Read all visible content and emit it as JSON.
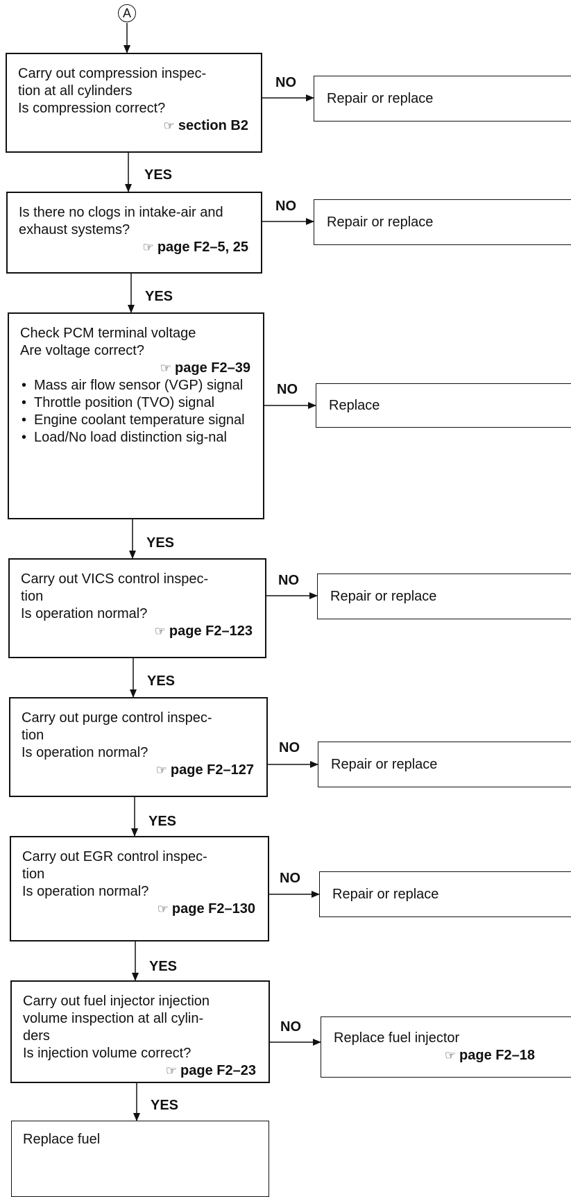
{
  "connector": "A",
  "steps": [
    {
      "lines": [
        "Carry out compression inspec-",
        "tion at all cylinders",
        "Is compression correct?"
      ],
      "ref": "section B2",
      "bullets": [],
      "no_label": "NO",
      "yes_label": "YES",
      "result": "Repair or replace",
      "result_ref": ""
    },
    {
      "lines": [
        "Is there no clogs in intake-air and",
        "exhaust systems?"
      ],
      "ref": "page F2–5, 25",
      "bullets": [],
      "no_label": "NO",
      "yes_label": "YES",
      "result": "Repair or replace",
      "result_ref": ""
    },
    {
      "lines": [
        "Check PCM terminal voltage",
        "Are voltage correct?"
      ],
      "ref": "page F2–39",
      "bullets": [
        "Mass air flow sensor (VGP) signal",
        "Throttle position (TVO) signal",
        "Engine coolant temperature signal",
        "Load/No load distinction sig-nal"
      ],
      "no_label": "NO",
      "yes_label": "YES",
      "result": "Replace",
      "result_ref": ""
    },
    {
      "lines": [
        "Carry out VICS control inspec-",
        "tion",
        "Is operation normal?"
      ],
      "ref": "page F2–123",
      "bullets": [],
      "no_label": "NO",
      "yes_label": "YES",
      "result": "Repair or replace",
      "result_ref": ""
    },
    {
      "lines": [
        "Carry out purge control inspec-",
        "tion",
        "Is operation normal?"
      ],
      "ref": "page F2–127",
      "bullets": [],
      "no_label": "NO",
      "yes_label": "YES",
      "result": "Repair or replace",
      "result_ref": ""
    },
    {
      "lines": [
        "Carry out EGR control inspec-",
        "tion",
        "Is operation normal?"
      ],
      "ref": "page F2–130",
      "bullets": [],
      "no_label": "NO",
      "yes_label": "YES",
      "result": "Repair or replace",
      "result_ref": ""
    },
    {
      "lines": [
        "Carry out fuel injector injection",
        "volume inspection at all cylin-",
        "ders",
        "Is injection volume correct?"
      ],
      "ref": "page F2–23",
      "bullets": [],
      "no_label": "NO",
      "yes_label": "YES",
      "result": "Replace fuel injector",
      "result_ref": "page F2–18"
    }
  ],
  "final": "Replace fuel",
  "ref_icon": "pointing-hand-icon"
}
